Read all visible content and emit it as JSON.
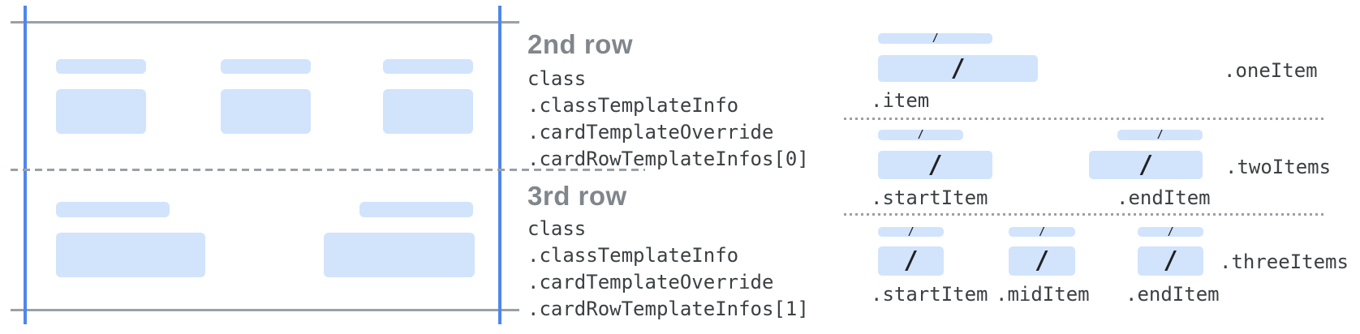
{
  "palette": {
    "bar_blue": "#d2e3fc",
    "guide_blue": "#4e86ec",
    "line_gray": "#9aa0a6",
    "heading_gray": "#80868b",
    "code_dark": "#3c4043",
    "slash_dark": "#202124"
  },
  "slash_glyph": "/",
  "annotations": {
    "rows": [
      {
        "heading": "2nd row",
        "path": [
          "class",
          ".classTemplateInfo",
          ".cardTemplateOverride",
          ".cardRowTemplateInfos[0]"
        ]
      },
      {
        "heading": "3rd row",
        "path": [
          "class",
          ".classTemplateInfo",
          ".cardTemplateOverride",
          ".cardRowTemplateInfos[1]"
        ]
      }
    ]
  },
  "templates": [
    {
      "name": ".oneItem",
      "items": [
        ".item"
      ]
    },
    {
      "name": ".twoItems",
      "items": [
        ".startItem",
        ".endItem"
      ]
    },
    {
      "name": ".threeItems",
      "items": [
        ".startItem",
        ".midItem",
        ".endItem"
      ]
    }
  ]
}
